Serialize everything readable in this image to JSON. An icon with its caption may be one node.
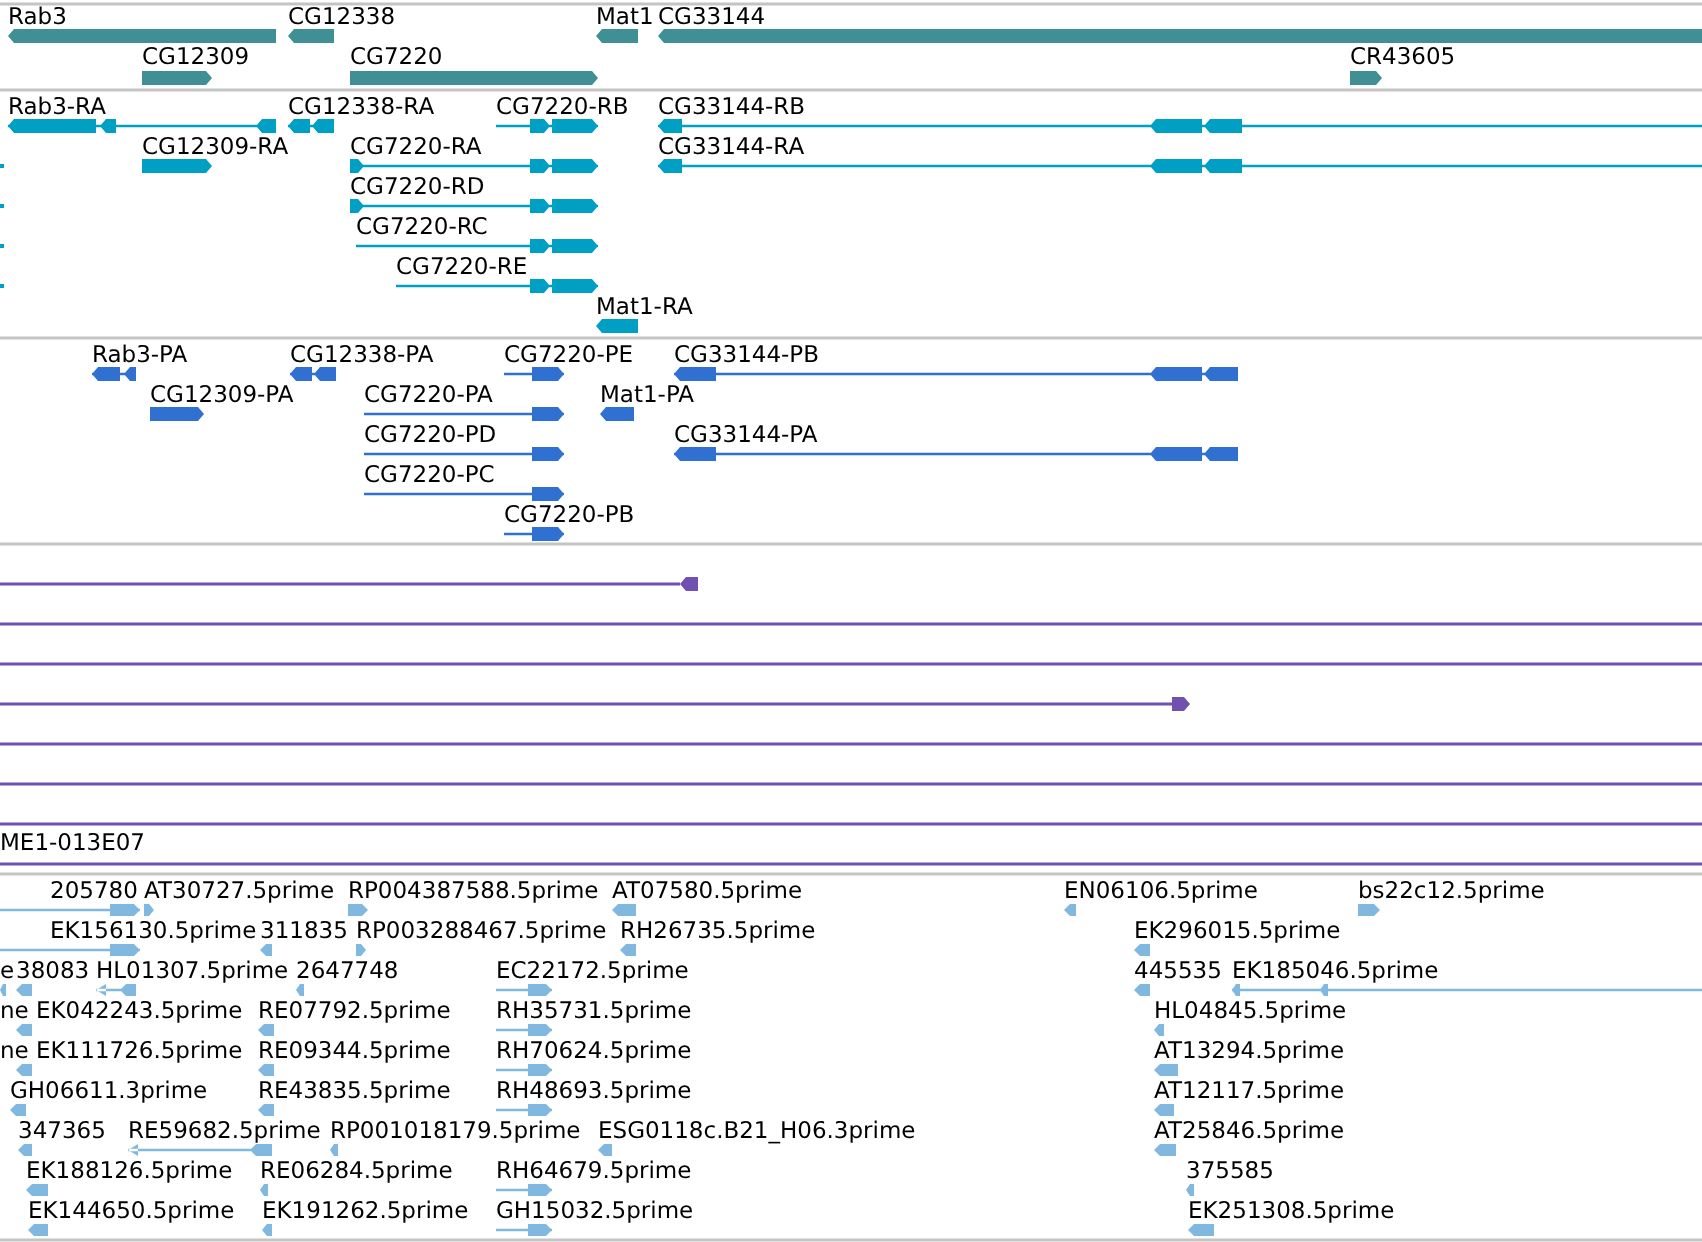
{
  "diagram": {
    "labels": [
      "Rab3",
      "CG12338",
      "Mat1",
      "CG33144",
      "CG12309",
      "CG7220",
      "CR43605",
      "Rab3-RA",
      "CG12338-RA",
      "CG7220-RB",
      "CG33144-RB",
      "CG12309-RA",
      "CG7220-RA",
      "CG33144-RA",
      "CG7220-RD",
      "CG7220-RC",
      "CG7220-RE",
      "Mat1-RA",
      "Rab3-PA",
      "CG12338-PA",
      "CG7220-PE",
      "CG33144-PB",
      "CG12309-PA",
      "CG7220-PA",
      "Mat1-PA",
      "CG7220-PD",
      "CG33144-PA",
      "CG7220-PC",
      "CG7220-PB",
      "ME1-013E07",
      "205780",
      "AT30727.5prime",
      "RP004387588.5prime",
      "AT07580.5prime",
      "EN06106.5prime",
      "bs22c12.5prime",
      "EK156130.5prime",
      "311835",
      "RP003288467.5prime",
      "RH26735.5prime",
      "EK296015.5prime",
      "e",
      "38083",
      "HL01307.5prime",
      "2647748",
      "EC22172.5prime",
      "445535",
      "EK185046.5prime",
      "ne",
      "EK042243.5prime",
      "RE07792.5prime",
      "RH35731.5prime",
      "HL04845.5prime",
      "ne",
      "EK111726.5prime",
      "RE09344.5prime",
      "RH70624.5prime",
      "AT13294.5prime",
      "GH06611.3prime",
      "RE43835.5prime",
      "RH48693.5prime",
      "AT12117.5prime",
      "347365",
      "RE59682.5prime",
      "RP001018179.5prime",
      "ESG0118c.B21_H06.3prime",
      "AT25846.5prime",
      "EK188126.5prime",
      "RE06284.5prime",
      "RH64679.5prime",
      "375585",
      "EK144650.5prime",
      "EK191262.5prime",
      "GH15032.5prime",
      "EK251308.5prime"
    ]
  }
}
